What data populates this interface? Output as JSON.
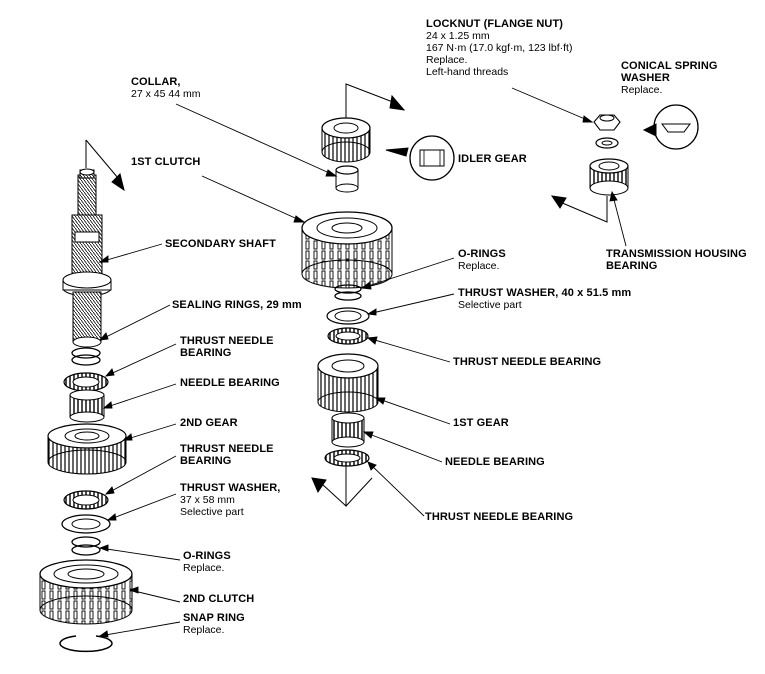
{
  "labels": {
    "locknut": {
      "title": "LOCKNUT (FLANGE NUT)",
      "notes": [
        "24 x 1.25 mm",
        "167 N·m (17.0 kgf·m, 123 lbf·ft)",
        "Replace.",
        "Left-hand threads"
      ]
    },
    "conical_washer": {
      "title": "CONICAL SPRING",
      "title2": "WASHER",
      "notes": [
        "Replace."
      ]
    },
    "collar": {
      "title": "COLLAR,",
      "notes": [
        "27 x 45 44 mm"
      ]
    },
    "idler_gear": {
      "title": "IDLER GEAR"
    },
    "first_clutch": {
      "title": "1ST CLUTCH"
    },
    "secondary_shaft": {
      "title": "SECONDARY SHAFT"
    },
    "o_rings_upper": {
      "title": "O-RINGS",
      "notes": [
        "Replace."
      ]
    },
    "transmission_housing_bearing": {
      "title": "TRANSMISSION HOUSING",
      "title2": "BEARING"
    },
    "thrust_washer_upper": {
      "title": "THRUST WASHER, 40 x 51.5 mm",
      "notes": [
        "Selective part"
      ]
    },
    "sealing_rings": {
      "title": "SEALING RINGS, 29 mm"
    },
    "thrust_needle_upper_left": {
      "title": "THRUST NEEDLE",
      "title2": "BEARING"
    },
    "thrust_needle_right_upper": {
      "title": "THRUST NEEDLE BEARING"
    },
    "needle_bearing_left": {
      "title": "NEEDLE BEARING"
    },
    "second_gear": {
      "title": "2ND GEAR"
    },
    "first_gear": {
      "title": "1ST GEAR"
    },
    "thrust_needle_lower_left": {
      "title": "THRUST NEEDLE",
      "title2": "BEARING"
    },
    "needle_bearing_right": {
      "title": "NEEDLE BEARING"
    },
    "thrust_washer_lower": {
      "title": "THRUST WASHER,",
      "notes": [
        "37 x 58 mm",
        "Selective part"
      ]
    },
    "thrust_needle_right_lower": {
      "title": "THRUST NEEDLE BEARING"
    },
    "o_rings_lower": {
      "title": "O-RINGS",
      "notes": [
        "Replace."
      ]
    },
    "second_clutch": {
      "title": "2ND CLUTCH"
    },
    "snap_ring": {
      "title": "SNAP RING",
      "notes": [
        "Replace."
      ]
    }
  }
}
